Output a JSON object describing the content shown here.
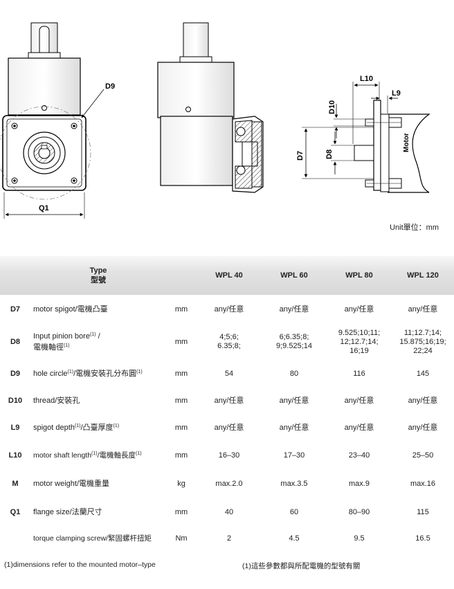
{
  "drawing": {
    "label_d9": "D9",
    "label_q1": "Q1",
    "label_l10": "L10",
    "label_l9": "L9",
    "label_d10": "D10",
    "label_d7": "D7",
    "label_d8": "D8",
    "label_motor": "Motor",
    "unit_note": "Unit單位：mm"
  },
  "table": {
    "type_label_en": "Type",
    "type_label_zh": "型號",
    "models": [
      "WPL  40",
      "WPL  60",
      "WPL  80",
      "WPL  120"
    ],
    "rows": [
      {
        "code": "D7",
        "desc": "motor spigot/電機凸臺",
        "unit": "mm",
        "values": [
          "any/任意",
          "any/任意",
          "any/任意",
          "any/任意"
        ]
      },
      {
        "code": "D8",
        "desc_en": "Input pinion bore",
        "desc_sup": "(1)",
        "desc_sep": " /",
        "desc_zh": "電機軸徑",
        "desc_zh_sup": "(1)",
        "unit": "mm",
        "values": [
          "4;5;6;\n6.35;8;",
          "6;6.35;8;\n9;9.525;14",
          "9.525;10;11;\n12;12.7;14;\n16;19",
          "11;12.7;14;\n15.875;16;19;\n22;24"
        ]
      },
      {
        "code": "D9",
        "desc_en": "hole circle",
        "desc_sup": "(1)",
        "desc_zh": "/電機安裝孔分布圓",
        "desc_zh_sup": "(1)",
        "unit": "mm",
        "values": [
          "54",
          "80",
          "116",
          "145"
        ]
      },
      {
        "code": "D10",
        "desc": "thread/安裝孔",
        "unit": "mm",
        "values": [
          "any/任意",
          "any/任意",
          "any/任意",
          "any/任意"
        ]
      },
      {
        "code": "L9",
        "desc_en": "spigot depth",
        "desc_sup": "(1)",
        "desc_zh": "/凸臺厚度",
        "desc_zh_sup": "(1)",
        "unit": "mm",
        "values": [
          "any/任意",
          "any/任意",
          "any/任意",
          "any/任意"
        ]
      },
      {
        "code": "L10",
        "desc_en": "motor shaft length",
        "desc_sup": "(1)",
        "desc_zh": "/電機軸長度",
        "desc_zh_sup": "(1)",
        "unit": "mm",
        "values": [
          "16–30",
          "17–30",
          "23–40",
          "25–50"
        ]
      },
      {
        "code": "M",
        "desc": "motor weight/電機重量",
        "unit": "kg",
        "values": [
          "max.2.0",
          "max.3.5",
          "max.9",
          "max.16"
        ]
      },
      {
        "code": "Q1",
        "desc": "flange size/法蘭尺寸",
        "unit": "mm",
        "values": [
          "40",
          "60",
          "80–90",
          "115"
        ]
      },
      {
        "code": "",
        "desc": "torque clamping screw/緊固螺杆扭矩",
        "unit": "Nm",
        "values": [
          "2",
          "4.5",
          "9.5",
          "16.5"
        ]
      }
    ]
  },
  "footnotes": {
    "left": "(1)dimensions refer to the mounted motor–type",
    "right": "(1)這些參數都與所配電機的型號有關"
  }
}
